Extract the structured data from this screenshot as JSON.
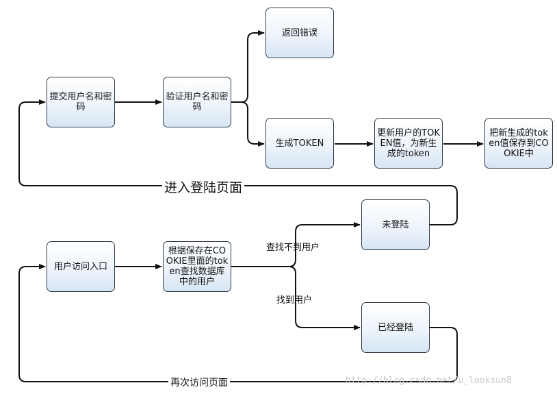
{
  "nodes": {
    "submit": "提交用户名和密码",
    "verify": "验证用户名和密码",
    "return_error": "返回错误",
    "gen_token": "生成TOKEN",
    "update_token": "更新用户的TOKEN值，为新生成的token",
    "save_cookie": "把新生成的token值保存到COOKIE中",
    "entry": "用户访问入口",
    "lookup": "根据保存在COOKIE里面的token查找数据库中的用户",
    "not_logged": "未登陆",
    "logged": "已经登陆"
  },
  "edge_labels": {
    "enter_login": "进入登陆页面",
    "not_found": "查找不到用户",
    "found": "找到用户",
    "revisit": "再次访问页面"
  },
  "watermark": "http://blog.csdn.net/u_looksun8"
}
